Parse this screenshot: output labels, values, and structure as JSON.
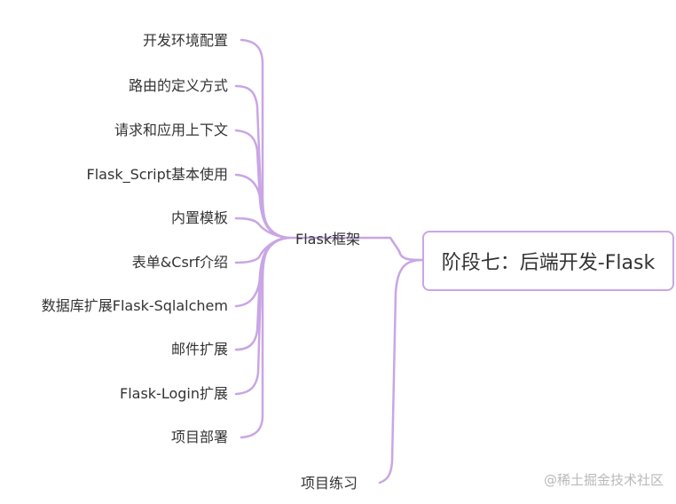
{
  "root": {
    "label": "阶段七：后端开发-Flask"
  },
  "branches": [
    {
      "label": "Flask框架",
      "children": [
        "开发环境配置",
        "路由的定义方式",
        "请求和应用上下文",
        "Flask_Script基本使用",
        "内置模板",
        "表单&Csrf介绍",
        "数据库扩展Flask-Sqlalchem",
        "邮件扩展",
        "Flask-Login扩展",
        "项目部署"
      ]
    },
    {
      "label": "项目练习",
      "children": []
    }
  ],
  "watermark": "@稀土掘金技术社区",
  "colors": {
    "connector": "#c9a6e4",
    "text": "#333333",
    "watermark": "#b9b9b9"
  }
}
